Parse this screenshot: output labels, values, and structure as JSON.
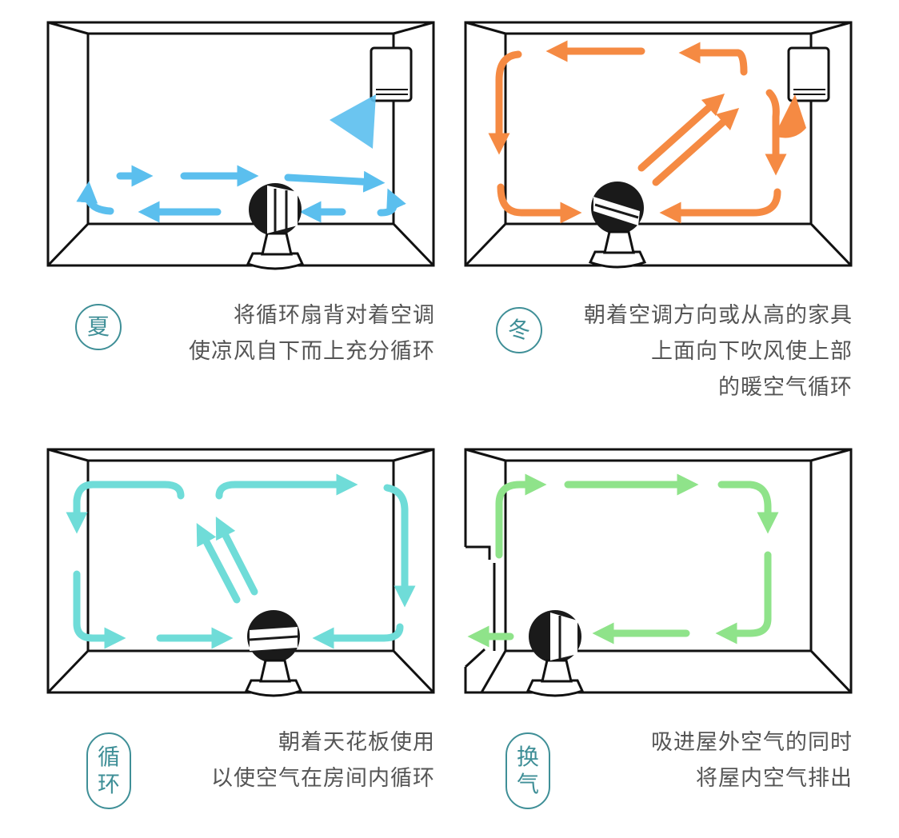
{
  "colors": {
    "summer": "#5bbfee",
    "winter": "#f58a43",
    "circulate": "#6fdcd8",
    "ventilate": "#8fe38a",
    "outline": "#111111",
    "badge": "#3f8f97",
    "text": "#555555"
  },
  "panels": [
    {
      "id": "summer",
      "badge_chars": [
        "夏"
      ],
      "lines": [
        "将循环扇背对着空调",
        "使凉风自下而上充分循环"
      ]
    },
    {
      "id": "winter",
      "badge_chars": [
        "冬"
      ],
      "lines": [
        "朝着空调方向或从高的家具",
        "上面向下吹风使上部",
        "的暖空气循环"
      ]
    },
    {
      "id": "circulate",
      "badge_chars": [
        "循",
        "环"
      ],
      "lines": [
        "朝着天花板使用",
        "以使空气在房间内循环"
      ]
    },
    {
      "id": "ventilate",
      "badge_chars": [
        "换",
        "气"
      ],
      "lines": [
        "吸进屋外空气的同时",
        "将屋内空气排出"
      ]
    }
  ]
}
